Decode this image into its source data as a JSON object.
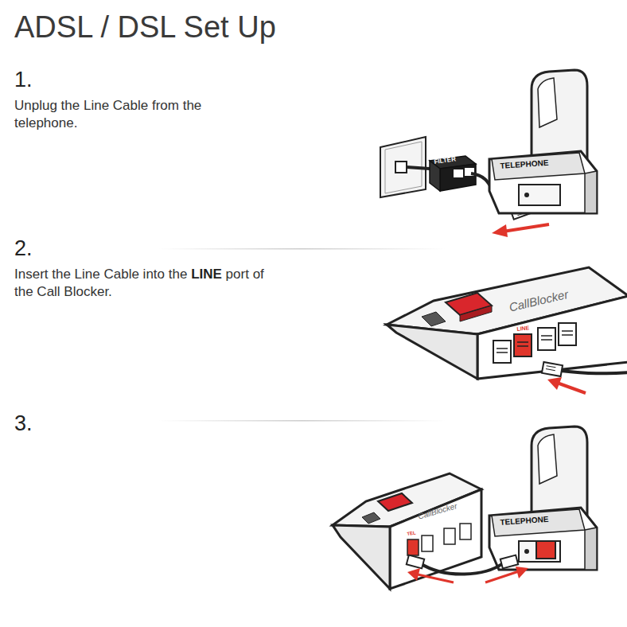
{
  "diagram": {
    "title": "ADSL / DSL Set Up",
    "labels": [
      "1.",
      "Unplug the Line Cable from the telephone.",
      "FILTER",
      "TELEPHONE",
      "2.",
      "Insert the Line Cable into the",
      "LINE",
      "port of the Call Blocker.",
      "LINE",
      "CallBlocker",
      "3.",
      "TEL",
      "CallBlocker",
      "TELEPHONE"
    ]
  }
}
